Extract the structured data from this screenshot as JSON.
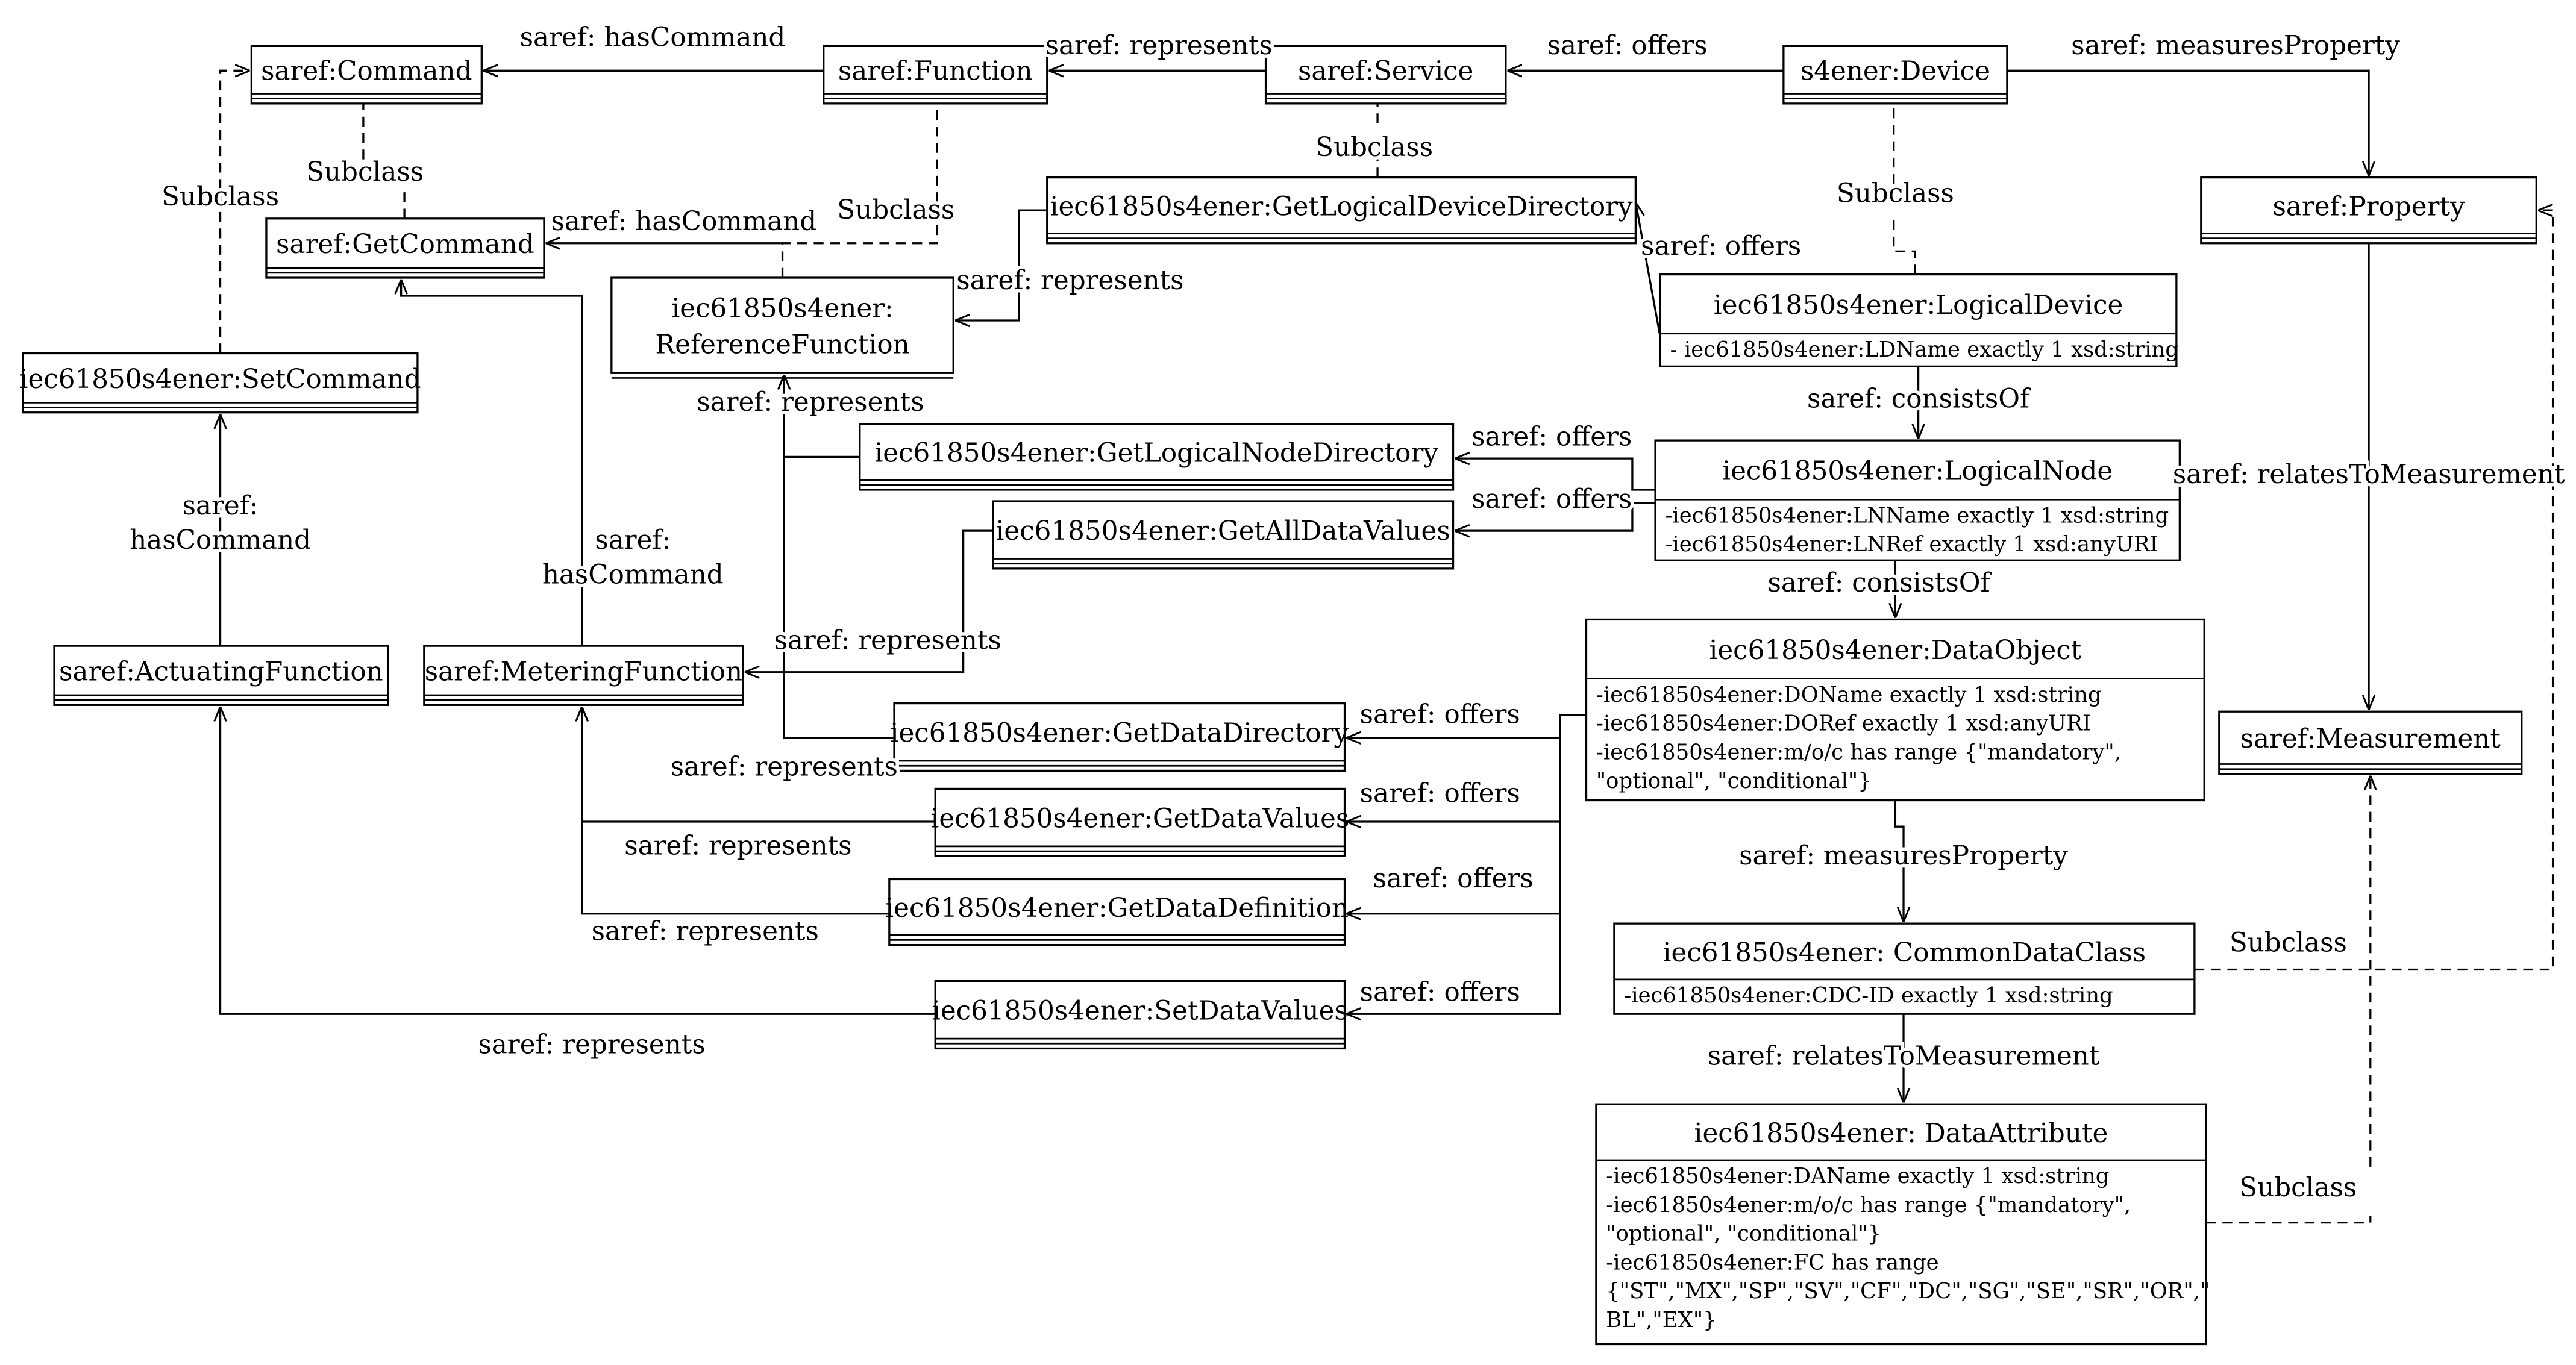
{
  "classes": [
    {
      "id": "cmd",
      "title": "saref:Command",
      "attributes": []
    },
    {
      "id": "func",
      "title": "saref:Function",
      "attributes": []
    },
    {
      "id": "svc",
      "title": "saref:Service",
      "attributes": []
    },
    {
      "id": "dev",
      "title": "s4ener:Device",
      "attributes": []
    },
    {
      "id": "prop",
      "title": "saref:Property",
      "attributes": []
    },
    {
      "id": "getcmd",
      "title": "saref:GetCommand",
      "attributes": []
    },
    {
      "id": "refFn",
      "title": "iec61850s4ener:\nReferenceFunction",
      "attributes": []
    },
    {
      "id": "getLDD",
      "title": "iec61850s4ener:GetLogicalDeviceDirectory",
      "attributes": []
    },
    {
      "id": "ld",
      "title": "iec61850s4ener:LogicalDevice",
      "attributes": [
        "- iec61850s4ener:LDName exactly 1 xsd:string"
      ]
    },
    {
      "id": "setcmd",
      "title": "iec61850s4ener:SetCommand",
      "attributes": []
    },
    {
      "id": "getLND",
      "title": "iec61850s4ener:GetLogicalNodeDirectory",
      "attributes": []
    },
    {
      "id": "ln",
      "title": "iec61850s4ener:LogicalNode",
      "attributes": [
        "-iec61850s4ener:LNName exactly 1 xsd:string",
        "-iec61850s4ener:LNRef exactly 1 xsd:anyURI"
      ]
    },
    {
      "id": "getADV",
      "title": "iec61850s4ener:GetAllDataValues",
      "attributes": []
    },
    {
      "id": "act",
      "title": "saref:ActuatingFunction",
      "attributes": []
    },
    {
      "id": "met",
      "title": "saref:MeteringFunction",
      "attributes": []
    },
    {
      "id": "do",
      "title": "iec61850s4ener:DataObject",
      "attributes": [
        "-iec61850s4ener:DOName exactly 1 xsd:string",
        "-iec61850s4ener:DORef exactly 1 xsd:anyURI",
        "-iec61850s4ener:m/o/c has range {\"mandatory\",",
        "\"optional\", \"conditional\"}"
      ]
    },
    {
      "id": "meas",
      "title": "saref:Measurement",
      "attributes": []
    },
    {
      "id": "getDD",
      "title": "iec61850s4ener:GetDataDirectory",
      "attributes": []
    },
    {
      "id": "getDV",
      "title": "iec61850s4ener:GetDataValues",
      "attributes": []
    },
    {
      "id": "getDDef",
      "title": "iec61850s4ener:GetDataDefinition",
      "attributes": []
    },
    {
      "id": "cdc",
      "title": "iec61850s4ener: CommonDataClass",
      "attributes": [
        "-iec61850s4ener:CDC-ID exactly 1 xsd:string"
      ]
    },
    {
      "id": "setDV",
      "title": "iec61850s4ener:SetDataValues",
      "attributes": []
    },
    {
      "id": "da",
      "title": "iec61850s4ener: DataAttribute",
      "attributes": [
        "-iec61850s4ener:DAName exactly 1 xsd:string",
        "-iec61850s4ener:m/o/c has range {\"mandatory\",",
        "\"optional\", \"conditional\"}",
        "-iec61850s4ener:FC has range",
        "{\"ST\",\"MX\",\"SP\",\"SV\",\"CF\",\"DC\",\"SG\",\"SE\",\"SR\",\"OR\",\"",
        "BL\",\"EX\"}"
      ]
    }
  ],
  "edges": [
    {
      "id": "e_func_cmd",
      "type": "association",
      "source": "func",
      "target": "cmd",
      "label": "saref: hasCommand"
    },
    {
      "id": "e_svc_func",
      "type": "association",
      "source": "svc",
      "target": "func",
      "label": "saref: represents"
    },
    {
      "id": "e_dev_svc",
      "type": "association",
      "source": "dev",
      "target": "svc",
      "label": "saref: offers"
    },
    {
      "id": "e_dev_prop",
      "type": "association",
      "source": "dev",
      "target": "prop",
      "label": "saref: measuresProperty"
    },
    {
      "id": "e_getcmd_cmd",
      "type": "subclass",
      "source": "getcmd",
      "target": "cmd",
      "label": "Subclass"
    },
    {
      "id": "e_setcmd_cmd",
      "type": "subclass",
      "source": "setcmd",
      "target": "cmd",
      "label": "Subclass"
    },
    {
      "id": "e_ref_func",
      "type": "subclass",
      "source": "refFn",
      "target": "func",
      "label": "Subclass"
    },
    {
      "id": "e_ref_getcmd",
      "type": "association",
      "source": "refFn",
      "target": "getcmd",
      "label": "saref: hasCommand"
    },
    {
      "id": "e_getLDD_svc",
      "type": "subclass",
      "source": "getLDD",
      "target": "svc",
      "label": "Subclass"
    },
    {
      "id": "e_getLDD_ref",
      "type": "association",
      "source": "getLDD",
      "target": "refFn",
      "label": "saref: represents"
    },
    {
      "id": "e_ld_dev",
      "type": "subclass",
      "source": "ld",
      "target": "dev",
      "label": "Subclass"
    },
    {
      "id": "e_ld_getLDD",
      "type": "association",
      "source": "ld",
      "target": "getLDD",
      "label": "saref: offers"
    },
    {
      "id": "e_ld_ln",
      "type": "association",
      "source": "ld",
      "target": "ln",
      "label": "saref: consistsOf"
    },
    {
      "id": "e_getLND_ref",
      "type": "association",
      "source": "getLND",
      "target": "refFn",
      "label": "saref: represents"
    },
    {
      "id": "e_ln_getLND",
      "type": "association",
      "source": "ln",
      "target": "getLND",
      "label": "saref: offers"
    },
    {
      "id": "e_ln_getADV",
      "type": "association",
      "source": "ln",
      "target": "getADV",
      "label": "saref: offers"
    },
    {
      "id": "e_ln_do",
      "type": "association",
      "source": "ln",
      "target": "do",
      "label": "saref: consistsOf"
    },
    {
      "id": "e_act_setcmd",
      "type": "association",
      "source": "act",
      "target": "setcmd",
      "label": "saref:\nhasCommand"
    },
    {
      "id": "e_met_getcmd",
      "type": "association",
      "source": "met",
      "target": "getcmd",
      "label": "saref:\nhasCommand"
    },
    {
      "id": "e_getADV_met",
      "type": "association",
      "source": "getADV",
      "target": "met",
      "label": "saref: represents"
    },
    {
      "id": "e_prop_meas",
      "type": "association",
      "source": "prop",
      "target": "meas",
      "label": "saref: relatesToMeasurement"
    },
    {
      "id": "e_getDD_ref",
      "type": "association",
      "source": "getDD",
      "target": "refFn",
      "label": "saref: represents"
    },
    {
      "id": "e_do_getDD",
      "type": "association",
      "source": "do",
      "target": "getDD",
      "label": "saref: offers"
    },
    {
      "id": "e_getDV_met",
      "type": "association",
      "source": "getDV",
      "target": "met",
      "label": "saref: represents"
    },
    {
      "id": "e_do_getDV",
      "type": "association",
      "source": "do",
      "target": "getDV",
      "label": "saref: offers"
    },
    {
      "id": "e_getDDef_met",
      "type": "association",
      "source": "getDDef",
      "target": "met",
      "label": "saref: represents"
    },
    {
      "id": "e_do_getDDef",
      "type": "association",
      "source": "do",
      "target": "getDDef",
      "label": "saref: offers"
    },
    {
      "id": "e_setDV_act",
      "type": "association",
      "source": "setDV",
      "target": "act",
      "label": "saref: represents"
    },
    {
      "id": "e_do_setDV",
      "type": "association",
      "source": "do",
      "target": "setDV",
      "label": "saref: offers"
    },
    {
      "id": "e_do_cdc",
      "type": "association",
      "source": "do",
      "target": "cdc",
      "label": "saref: measuresProperty"
    },
    {
      "id": "e_cdc_prop",
      "type": "subclass",
      "source": "cdc",
      "target": "prop",
      "label": "Subclass"
    },
    {
      "id": "e_cdc_da",
      "type": "association",
      "source": "cdc",
      "target": "da",
      "label": "saref: relatesToMeasurement"
    },
    {
      "id": "e_da_meas",
      "type": "subclass",
      "source": "da",
      "target": "meas",
      "label": "Subclass"
    }
  ]
}
